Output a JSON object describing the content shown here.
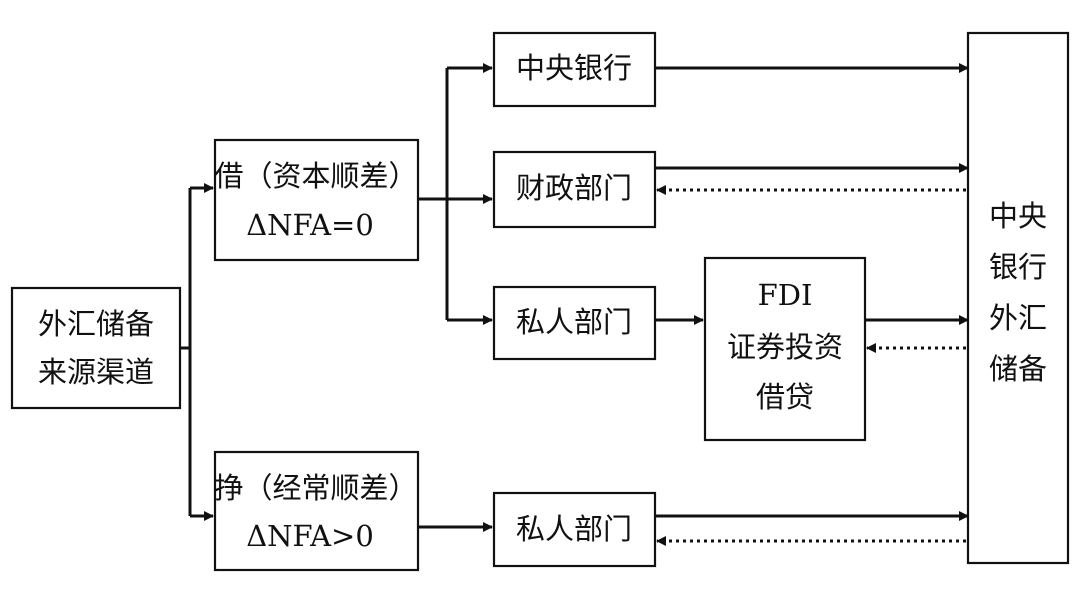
{
  "source_box": {
    "line1": "外汇储备",
    "line2": "来源渠道"
  },
  "borrow_box": {
    "line1": "借（资本顺差）",
    "line2": "ΔNFA=0"
  },
  "earn_box": {
    "line1": "挣（经常顺差）",
    "line2": "ΔNFA>0"
  },
  "central_bank_box": {
    "label": "中央银行"
  },
  "fiscal_box": {
    "label": "财政部门"
  },
  "private_box_top": {
    "label": "私人部门"
  },
  "private_box_bottom": {
    "label": "私人部门"
  },
  "fdi_box": {
    "line1": "FDI",
    "line2": "证券投资",
    "line3": "借贷"
  },
  "reserve_box": {
    "line1": "中央",
    "line2": "银行",
    "line3": "外汇",
    "line4": "储备"
  }
}
